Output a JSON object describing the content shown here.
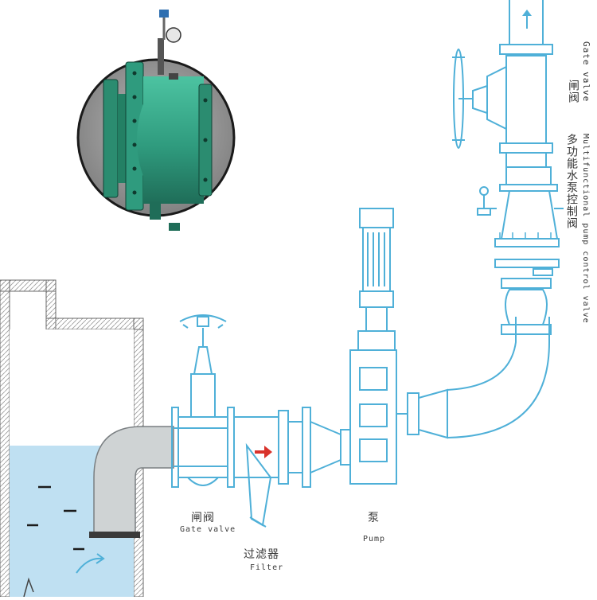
{
  "colors": {
    "line": "#4fb0d8",
    "water": "#bfe0f2",
    "pipe_fill": "#cfd3d4",
    "valve_green": "#2f9b7e",
    "photo_bg": "#8e8e8e",
    "label": "#3a3a3a",
    "flow_arrow": "#d9322b"
  },
  "labels": {
    "gate_valve_cn": "闸阀",
    "gate_valve_en": "Gate valve",
    "filter_cn": "过滤器",
    "filter_en": "Filter",
    "pump_cn": "泵",
    "pump_en": "Pump",
    "right_gate_valve_en": "Gate valve",
    "right_gate_valve_cn": "闸阀",
    "control_valve_cn": "多功能水泵控制阀",
    "control_valve_en": "Multifunctional pump control valve"
  },
  "icons": {
    "photo": "valve-photo",
    "flow": "flow-arrow-icon",
    "outlet": "outlet-arrow-icon"
  }
}
